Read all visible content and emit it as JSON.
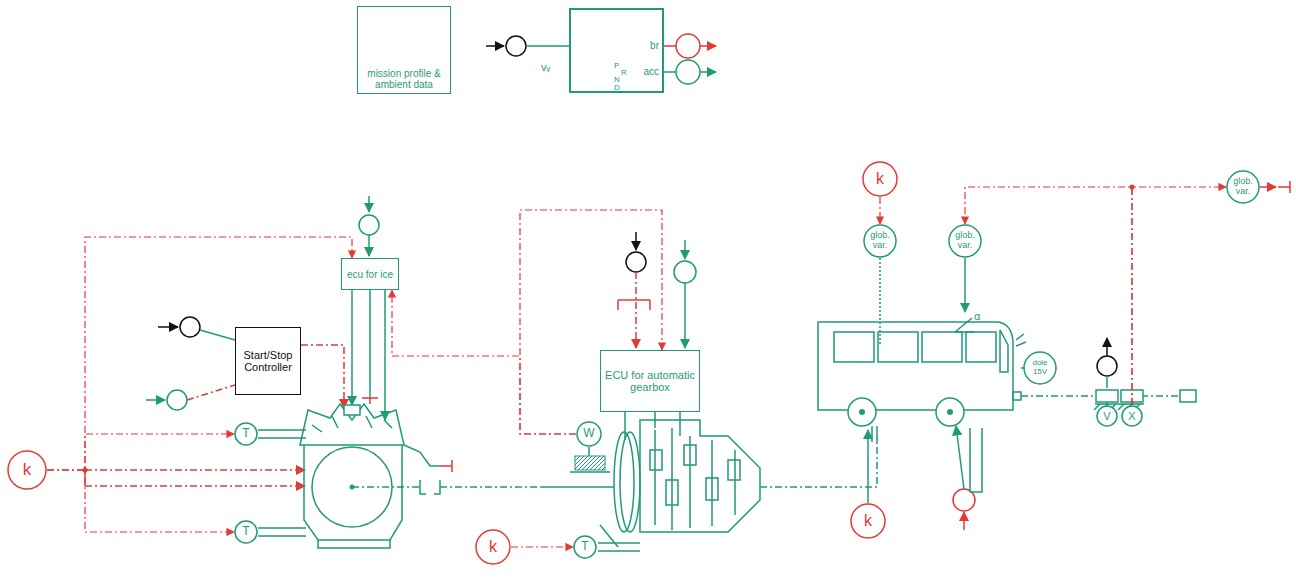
{
  "diagram": {
    "nodes": [
      {
        "text": [
          "mission profile & ambient data"
        ]
      },
      {
        "text": [
          "br",
          "acc"
        ]
      },
      {
        "text": [
          "ecu for ice"
        ]
      },
      {
        "text": [
          "Start/Stop Controller"
        ]
      },
      {
        "text": [
          "ECU for automatic gearbox"
        ]
      },
      {
        "text": [
          "k"
        ]
      },
      {
        "text": [
          "T"
        ]
      },
      {
        "text": [
          "T"
        ]
      },
      {
        "text": [
          "W"
        ]
      },
      {
        "text": [
          "k"
        ]
      },
      {
        "text": [
          "T"
        ]
      },
      {
        "text": [
          "k"
        ]
      },
      {
        "text": [
          "glob. var."
        ]
      },
      {
        "text": [
          "glob. var."
        ]
      },
      {
        "text": [
          "glob. var."
        ]
      },
      {
        "text": [
          "dole 15V"
        ]
      },
      {
        "text": [
          "k"
        ]
      },
      {
        "text": [
          "V"
        ]
      },
      {
        "text": [
          "X"
        ]
      }
    ],
    "edges": [
      {
        "from": 5,
        "to": 6,
        "arrow": "to"
      },
      {
        "from": 5,
        "to": 7,
        "arrow": "to"
      },
      {
        "from": 5,
        "to": 2,
        "arrow": "to"
      },
      {
        "from": 8,
        "to": 4,
        "arrow": "to"
      },
      {
        "from": 8,
        "to": 2,
        "arrow": "to"
      },
      {
        "from": 9,
        "to": 10,
        "arrow": "to"
      },
      {
        "from": 11,
        "to": 12,
        "arrow": "to"
      },
      {
        "from": 18,
        "to": 14,
        "arrow": "to"
      },
      {
        "from": 18,
        "to": 13,
        "arrow": "to"
      }
    ],
    "labels": [
      "vᵥ",
      "P",
      "R",
      "N",
      "D",
      "α"
    ]
  }
}
